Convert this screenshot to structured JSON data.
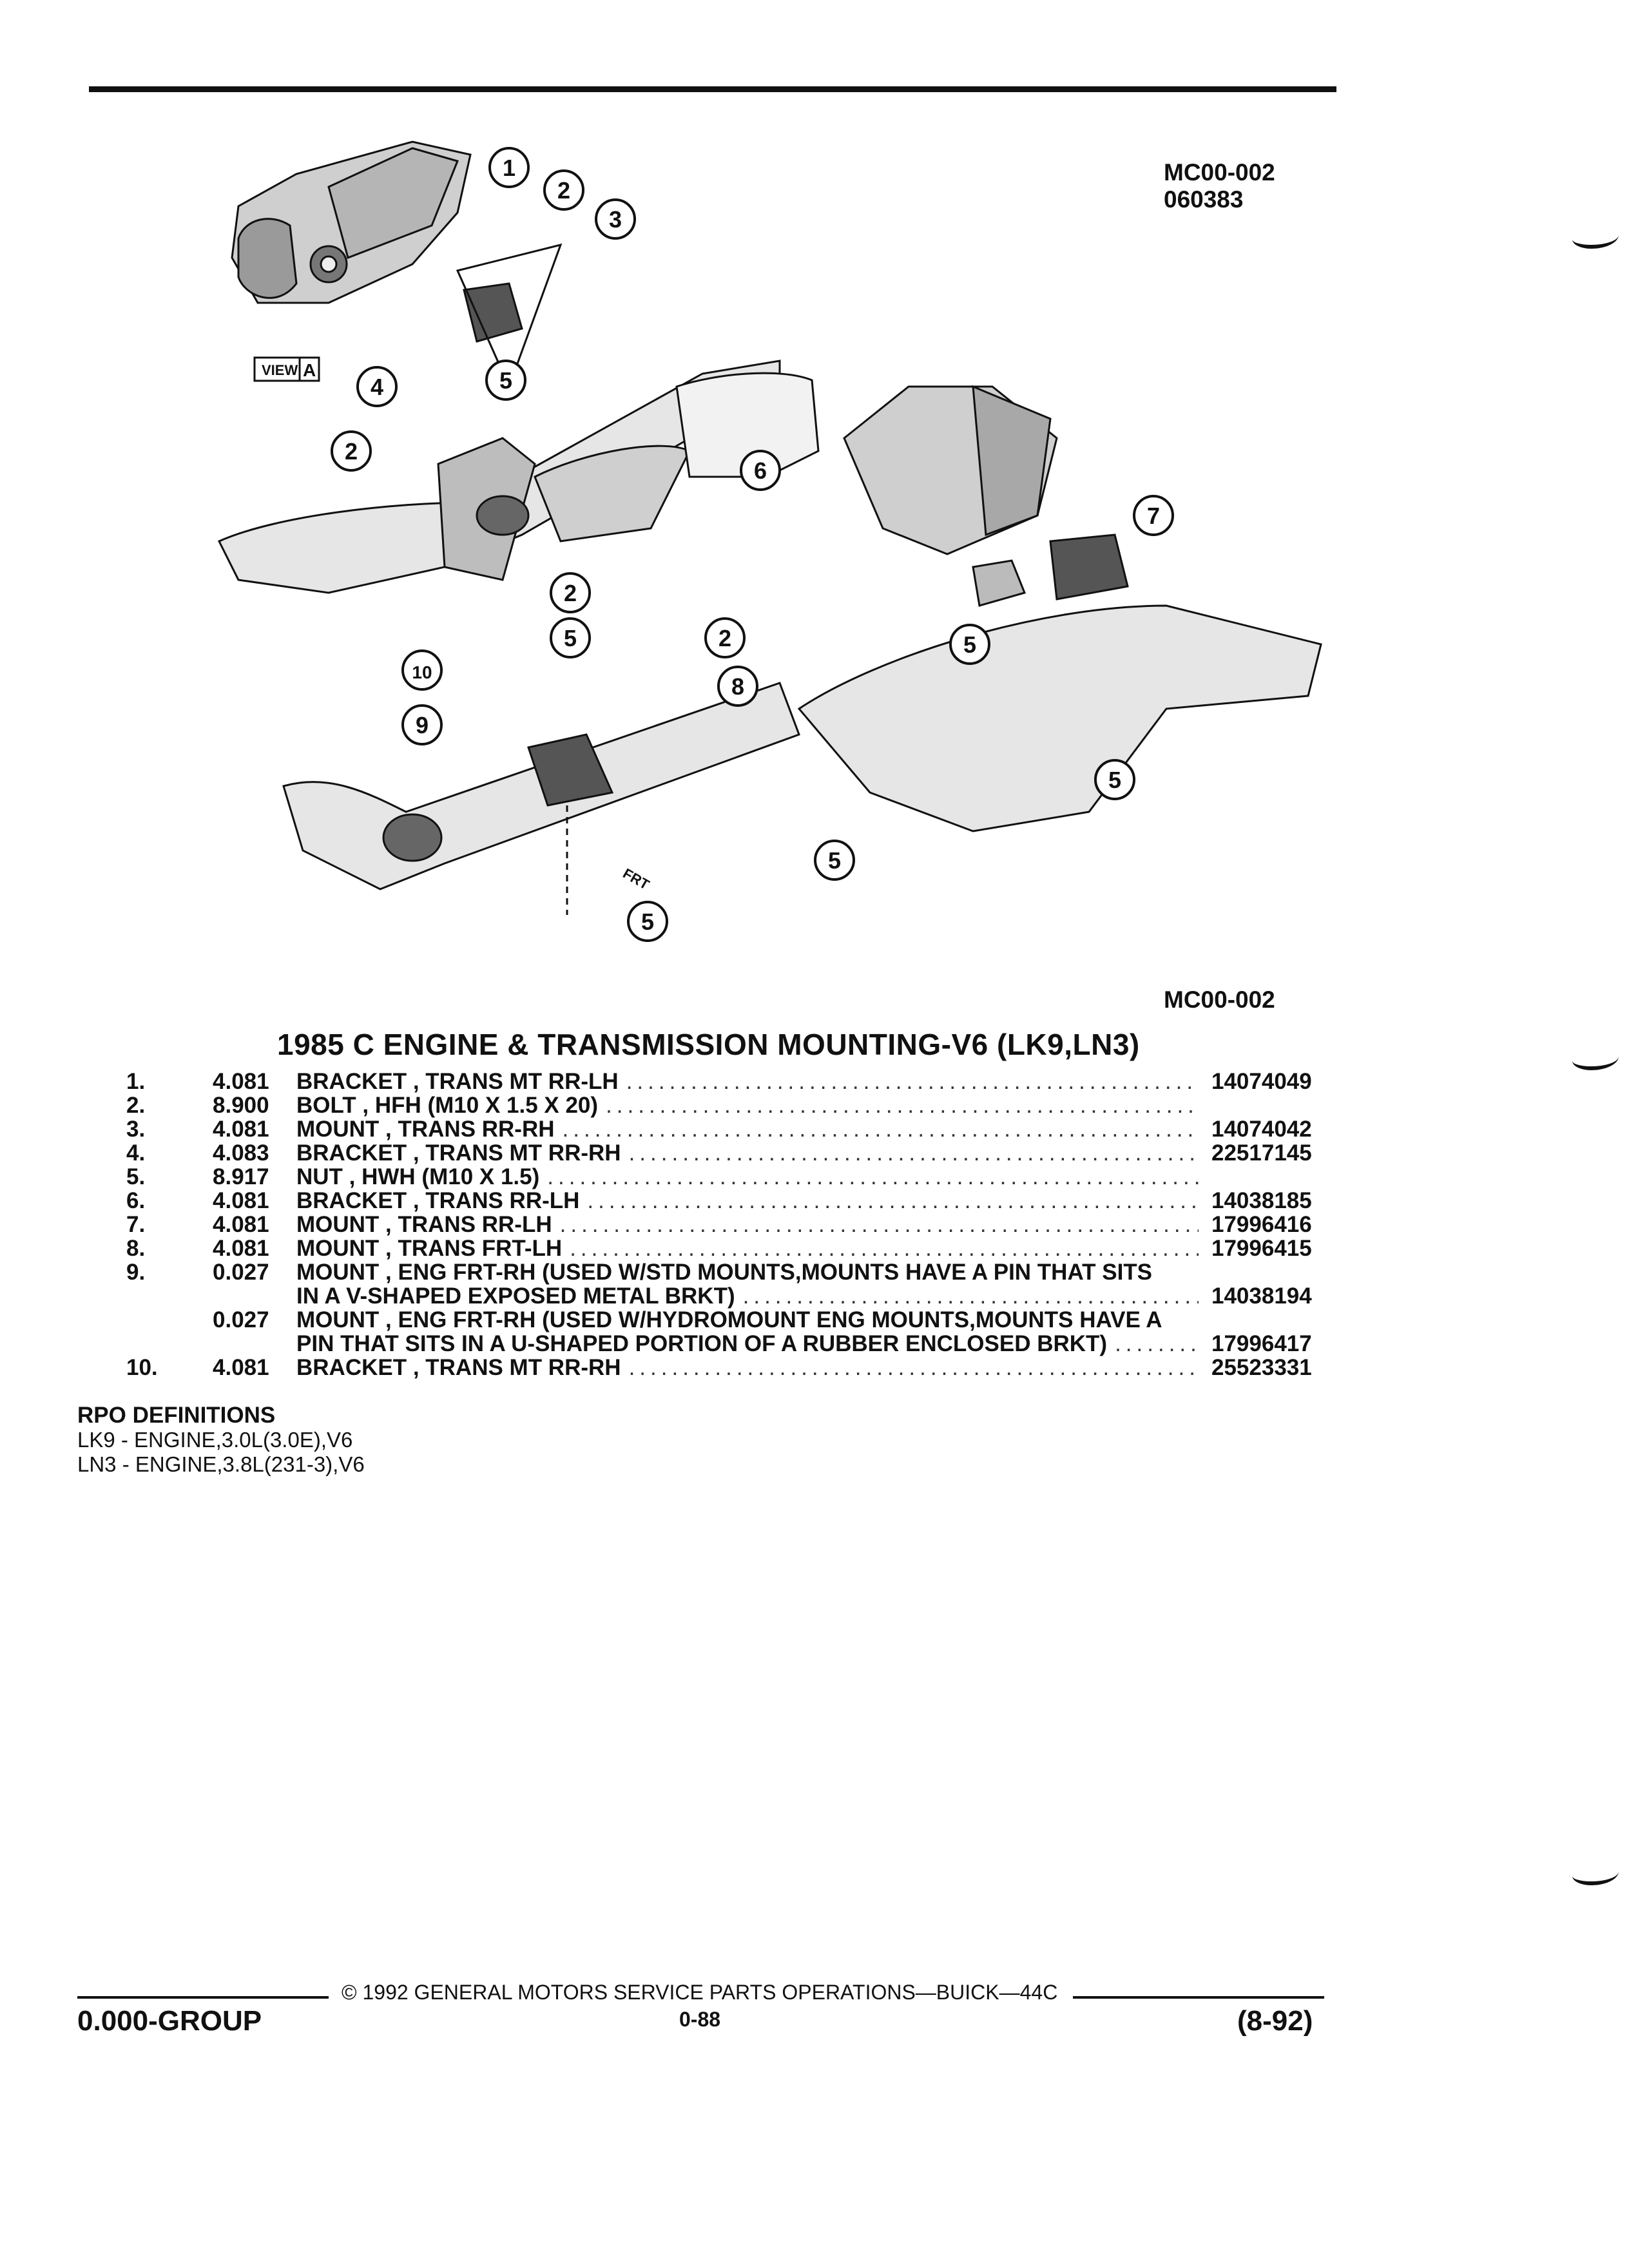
{
  "figure": {
    "code_top_1": "MC00-002",
    "code_top_2": "060383",
    "code_bottom": "MC00-002",
    "view_box_label": "VIEW",
    "view_box_letter": "A",
    "arrow_label": "FRT",
    "callouts": [
      "1",
      "2",
      "3",
      "4",
      "5",
      "2",
      "2",
      "5",
      "10",
      "9",
      "5",
      "6",
      "2",
      "8",
      "5",
      "7",
      "5",
      "5"
    ]
  },
  "title": "1985 C ENGINE & TRANSMISSION MOUNTING-V6 (LK9,LN3)",
  "parts": [
    {
      "num": "1.",
      "qty": "4.081",
      "desc": "BRACKET , TRANS MT RR-LH",
      "pn": "14074049"
    },
    {
      "num": "2.",
      "qty": "8.900",
      "desc": "BOLT , HFH (M10 X 1.5 X 20)",
      "pn": ""
    },
    {
      "num": "3.",
      "qty": "4.081",
      "desc": "MOUNT , TRANS RR-RH",
      "pn": "14074042"
    },
    {
      "num": "4.",
      "qty": "4.083",
      "desc": "BRACKET , TRANS MT RR-RH",
      "pn": "22517145"
    },
    {
      "num": "5.",
      "qty": "8.917",
      "desc": "NUT , HWH (M10 X 1.5)",
      "pn": ""
    },
    {
      "num": "6.",
      "qty": "4.081",
      "desc": "BRACKET , TRANS RR-LH",
      "pn": "14038185"
    },
    {
      "num": "7.",
      "qty": "4.081",
      "desc": "MOUNT , TRANS RR-LH",
      "pn": "17996416"
    },
    {
      "num": "8.",
      "qty": "4.081",
      "desc": "MOUNT , TRANS FRT-LH",
      "pn": "17996415"
    },
    {
      "num": "9.",
      "qty": "0.027",
      "desc": "MOUNT , ENG FRT-RH (USED W/STD MOUNTS,MOUNTS HAVE A PIN THAT SITS",
      "pn": ""
    },
    {
      "num": "",
      "qty": "",
      "desc": "IN A V-SHAPED EXPOSED METAL BRKT)",
      "pn": "14038194"
    },
    {
      "num": "",
      "qty": "0.027",
      "desc": "MOUNT , ENG FRT-RH (USED W/HYDROMOUNT ENG MOUNTS,MOUNTS HAVE A",
      "pn": ""
    },
    {
      "num": "",
      "qty": "",
      "desc": "PIN THAT SITS IN A U-SHAPED PORTION OF A RUBBER ENCLOSED BRKT)",
      "pn": "17996417"
    },
    {
      "num": "10.",
      "qty": "4.081",
      "desc": "BRACKET , TRANS MT RR-RH",
      "pn": "25523331"
    }
  ],
  "rpo": {
    "heading": "RPO DEFINITIONS",
    "defs": [
      "LK9 - ENGINE,3.0L(3.0E),V6",
      "LN3 - ENGINE,3.8L(231-3),V6"
    ]
  },
  "footer": {
    "copyright": "© 1992 GENERAL MOTORS SERVICE PARTS OPERATIONS—BUICK—44C",
    "group": "0.000-GROUP",
    "page": "0-88",
    "date": "(8-92)"
  }
}
